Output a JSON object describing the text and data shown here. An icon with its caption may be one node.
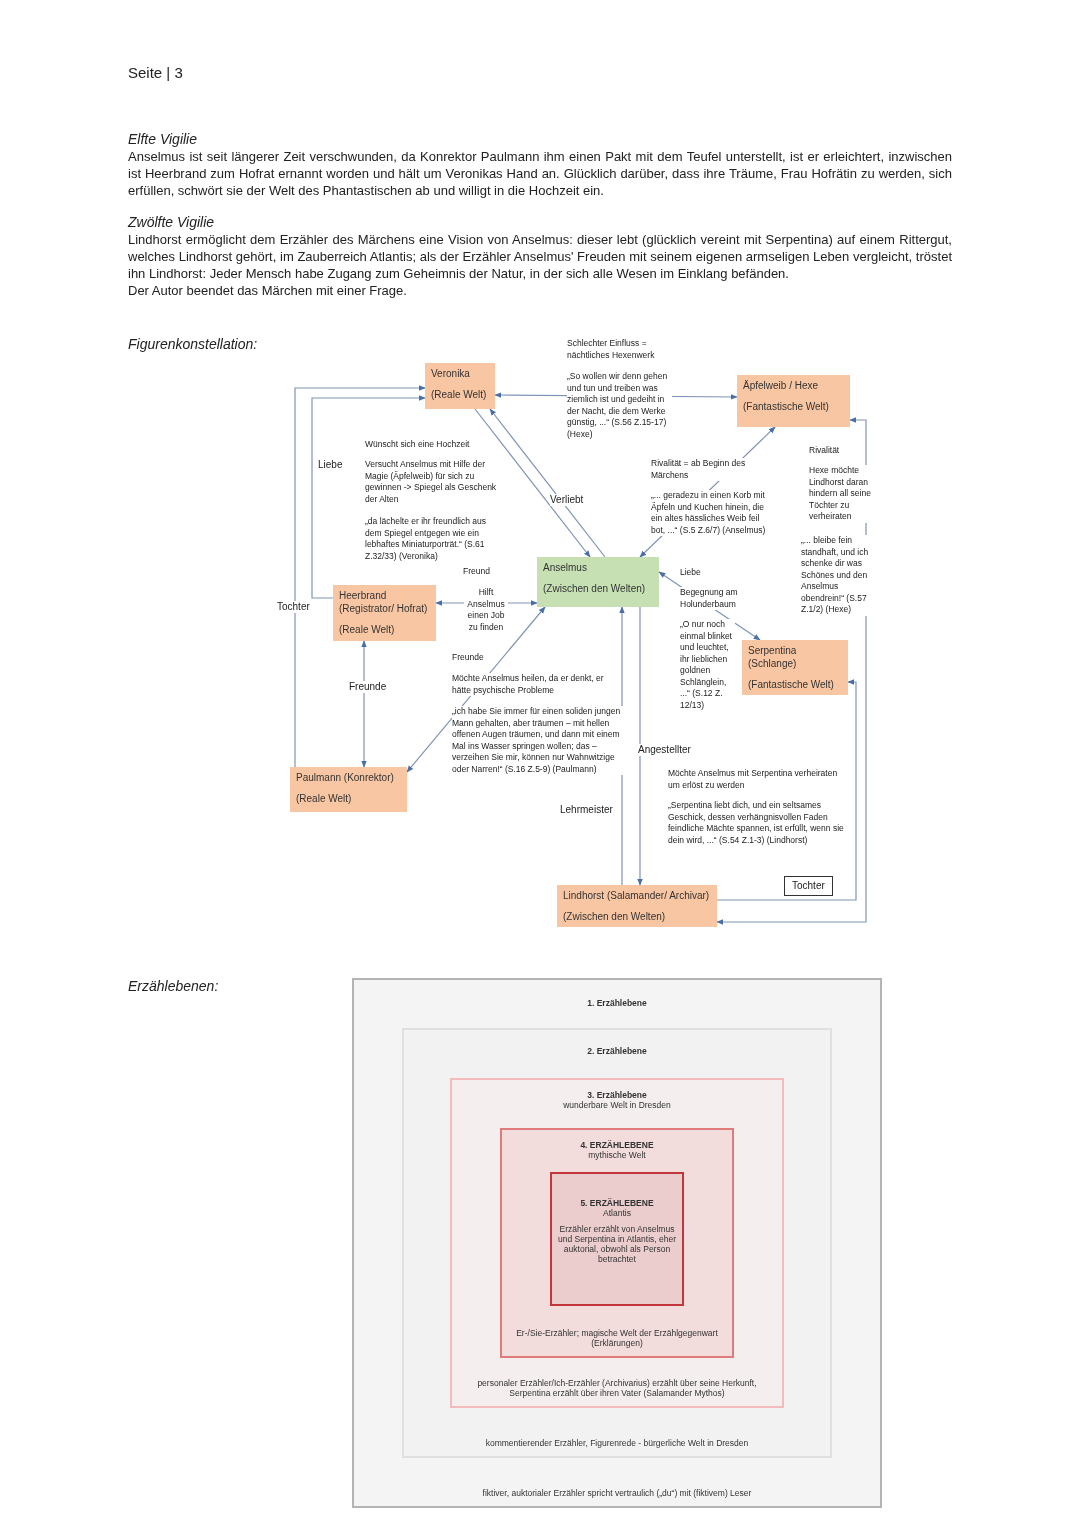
{
  "diagram": {
    "nodes": [
      {
        "text": [
          "Veronika",
          "(Reale Welt)"
        ]
      },
      {
        "text": [
          "Äpfelweib / Hexe",
          "(Fantastische Welt)"
        ]
      },
      {
        "text": [
          "Anselmus",
          "(Zwischen den Welten)"
        ]
      },
      {
        "text": [
          "Heerbrand (Registrator/ Hofrat)",
          "(Reale Welt)"
        ]
      },
      {
        "text": [
          "Serpentina (Schlange)",
          "(Fantastische Welt)"
        ]
      },
      {
        "text": [
          "Paulmann (Konrektor)",
          "(Reale Welt)"
        ]
      },
      {
        "text": [
          "Lindhorst (Salamander/ Archivar)",
          "(Zwischen den Welten)"
        ]
      },
      {
        "text": [
          "1. Erzählebene",
          "fiktiver, auktorialer Erzähler spricht vertraulich („du“) mit (fiktivem) Leser"
        ]
      },
      {
        "text": [
          "2. Erzählebene",
          "kommentierender Erzähler, Figurenrede - bürgerliche Welt in Dresden"
        ],
        "in": 7
      },
      {
        "text": [
          "3. Erzählebene",
          "wunderbare Welt in Dresden",
          "personaler Erzähler/Ich-Erzähler (Archivarius) erzählt über seine Herkunft, Serpentina erzählt über ihren Vater (Salamander Mythos)"
        ],
        "in": 8
      },
      {
        "text": [
          "4. ERZÄHLEBENE",
          "mythische Welt",
          "Er-/Sie-Erzähler; magische Welt der Erzählgegenwart (Erklärungen)"
        ],
        "in": 9
      },
      {
        "text": [
          "5. ERZÄHLEBENE",
          "Atlantis",
          "Erzähler erzählt von Anselmus und Serpentina in Atlantis, eher auktorial, obwohl als Person betrachtet"
        ],
        "in": 10
      }
    ],
    "edges": [
      {
        "from": 5,
        "to": 0,
        "arrow": "to",
        "label": "Tochter"
      },
      {
        "from": 3,
        "to": 0,
        "arrow": "to",
        "label": "Liebe"
      },
      {
        "from": 0,
        "to": 1,
        "arrow": "both",
        "label": "Schlechter Einfluss = nächtliches Hexenwerk"
      },
      {
        "from": 0,
        "to": 2,
        "arrow": "to",
        "label": "Wünscht sich eine Hochzeit"
      },
      {
        "from": 2,
        "to": 0,
        "arrow": "to",
        "label": "Verliebt"
      },
      {
        "from": 2,
        "to": 1,
        "arrow": "both",
        "label": "Rivalität = ab Beginn des Märchens"
      },
      {
        "from": 1,
        "to": 6,
        "arrow": "both",
        "label": "Rivalität"
      },
      {
        "from": 3,
        "to": 2,
        "arrow": "both",
        "label": "Freund"
      },
      {
        "from": 5,
        "to": 2,
        "arrow": "both",
        "label": "Freunde"
      },
      {
        "from": 3,
        "to": 5,
        "arrow": "both",
        "label": "Freunde"
      },
      {
        "from": 2,
        "to": 4,
        "arrow": "both",
        "label": "Liebe"
      },
      {
        "from": 6,
        "to": 2,
        "arrow": "to",
        "label": "Lehrmeister"
      },
      {
        "from": 2,
        "to": 6,
        "arrow": "to",
        "label": "Angestellter"
      },
      {
        "from": 6,
        "to": 4,
        "arrow": "to",
        "label": "Tochter"
      }
    ],
    "labels": [
      "Seite | 3",
      "Elfte Vigilie",
      "Anselmus ist seit längerer Zeit verschwunden, da Konrektor Paulmann ihm einen Pakt mit dem Teufel unterstellt, ist er erleichtert, inzwischen ist Heerbrand zum Hofrat ernannt worden und hält um Veronikas Hand an. Glücklich darüber, dass ihre Träume, Frau Hofrätin zu werden, sich erfüllen, schwört sie der Welt des Phantastischen ab und willigt in die Hochzeit ein.",
      "Zwölfte Vigilie",
      "Lindhorst ermöglicht dem Erzähler des Märchens eine Vision von Anselmus: dieser lebt (glücklich vereint mit Serpentina) auf einem Rittergut, welches Lindhorst gehört, im Zauberreich Atlantis; als der Erzähler Anselmus' Freuden mit seinem eigenen armseligen Leben vergleicht, tröstet ihn Lindhorst: Jeder Mensch habe Zugang zum Geheimnis der Natur, in der sich alle Wesen im Einklang befänden.",
      "Der Autor beendet das Märchen mit einer Frage.",
      "Figurenkonstellation:",
      "„So wollen wir denn gehen und tun und treiben was ziemlich ist und gedeiht in der Nacht, die dem Werke günstig, ...“ (S.56 Z.15-17) (Hexe)",
      "Versucht Anselmus mit Hilfe der Magie (Äpfelweib) für sich zu gewinnen -> Spiegel als Geschenk der Alten",
      "„da lächelte er ihr freundlich aus dem Spiegel entgegen wie ein lebhaftes Miniaturporträt.“ (S.61 Z.32/33) (Veronika)",
      "Hexe möchte Lindhorst daran hindern all seine Töchter zu verheiraten",
      "„... bleibe fein standhaft, und ich schenke dir was Schönes und den Anselmus obendrein!“ (S.57 Z.1/2) (Hexe)",
      "„... geradezu in einen Korb mit Äpfeln und Kuchen hinein, die ein altes hässliches Weib feil bot, ...“ (S.5 Z.6/7) (Anselmus)",
      "Hilft Anselmus einen Job zu finden",
      "Begegnung am Holunderbaum",
      "„O nur noch einmal blinket und leuchtet, ihr lieblichen goldnen Schlänglein, ...“ (S.12 Z. 12/13)",
      "Möchte Anselmus heilen, da er denkt, er hätte psychische Probleme",
      "„ich habe Sie immer für einen soliden jungen Mann gehalten, aber träumen – mit hellen offenen Augen träumen, und dann mit einem Mal ins Wasser springen wollen; das – verzeihen Sie mir, können nur Wahnwitzige oder Narren!“ (S.16 Z.5-9) (Paulmann)",
      "Möchte Anselmus mit Serpentina verheiraten um erlöst zu werden",
      "„Serpentina liebt dich, und ein seltsames Geschick, dessen verhängnisvollen Faden feindliche Mächte spannen, ist erfüllt, wenn sie dein wird, ...“ (S.54 Z.1-3) (Lindhorst)",
      "Erzählebenen:"
    ]
  }
}
